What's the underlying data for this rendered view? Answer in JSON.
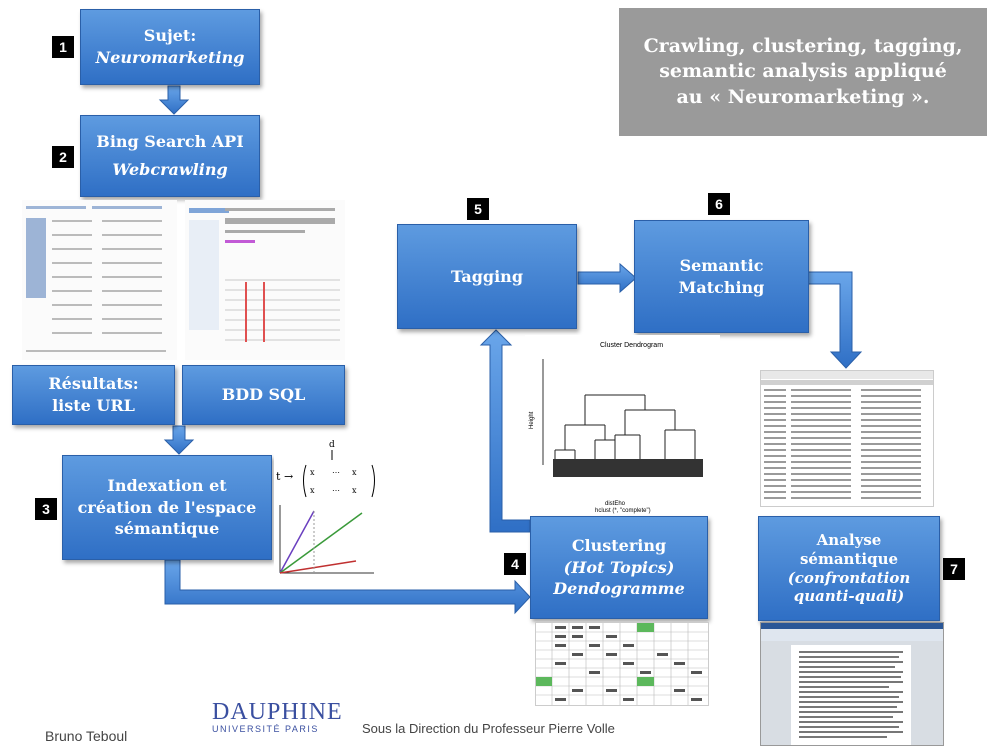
{
  "title": {
    "line1": "Crawling, clustering, tagging,",
    "line2": "semantic analysis appliqué",
    "line3": "au « Neuromarketing »."
  },
  "steps": [
    {
      "number": "1",
      "line1": "Sujet:",
      "line2": "Neuromarketing"
    },
    {
      "number": "2",
      "line1": "Bing Search API",
      "line2": "Webcrawling"
    },
    {
      "number": "3",
      "line1": "Indexation et",
      "line2": "création de l'espace",
      "line3": "sémantique"
    },
    {
      "number": "4",
      "line1": "Clustering",
      "line2": "(Hot Topics)",
      "line3": "Dendogramme"
    },
    {
      "number": "5",
      "line1": "Tagging"
    },
    {
      "number": "6",
      "line1": "Semantic Matching"
    },
    {
      "number": "7",
      "line1": "Analyse",
      "line2": "sémantique",
      "line3": "(confrontation",
      "line4": "quanti-quali)"
    }
  ],
  "results": {
    "line1": "Résultats:",
    "line2": "liste URL"
  },
  "bdd": {
    "label": "BDD SQL"
  },
  "dendrogram": {
    "title": "Cluster Dendrogram",
    "ylabel": "Height",
    "xlabel": "distEho",
    "sub": "hclust (*, \"complete\")"
  },
  "footer": {
    "author": "Bruno Teboul",
    "logo_main": "DAUPHINE",
    "logo_sub": "UNIVERSITÉ PARIS",
    "direction": "Sous la Direction du Professeur Pierre Volle"
  },
  "colors": {
    "box": "#3b7fd4",
    "title_bg": "#9a9a9a",
    "highlight": "#5cb85c"
  }
}
